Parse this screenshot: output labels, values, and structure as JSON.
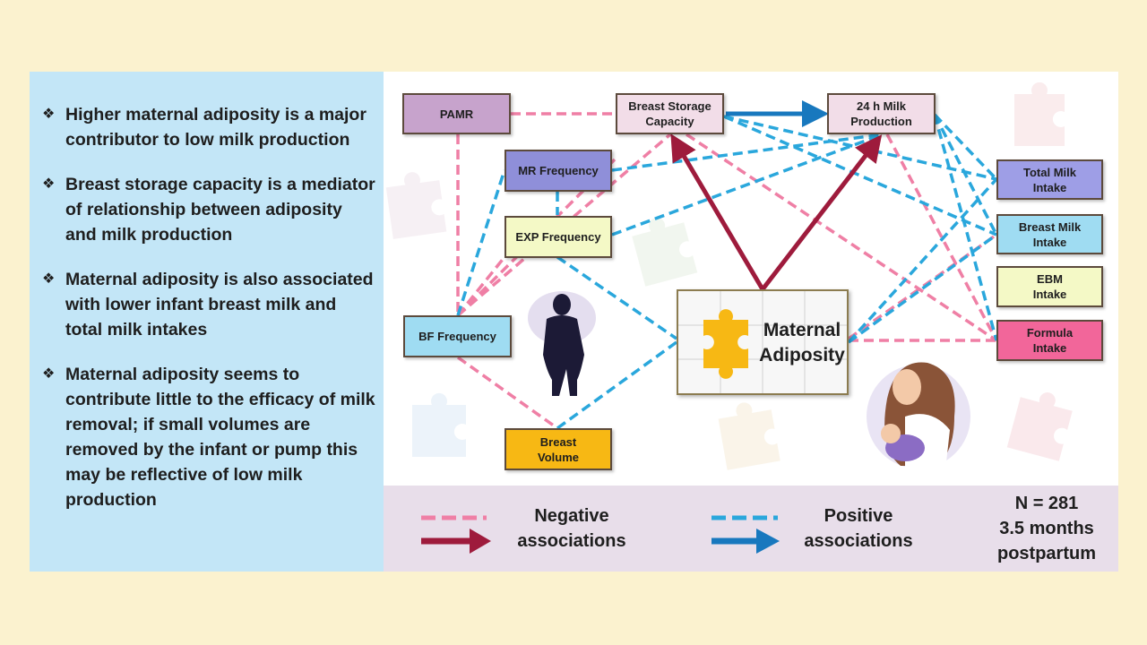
{
  "bullets": [
    "Higher maternal adiposity is a major contributor to low milk production",
    " Breast storage capacity is a mediator of relationship between adiposity and milk production",
    "Maternal adiposity is also associated with lower infant breast milk and total milk intakes",
    "Maternal adiposity seems to contribute little to the efficacy of milk removal; if small volumes are removed by the infant or pump this may be reflective of low milk production"
  ],
  "nodes": {
    "pamr": "PAMR",
    "breast_storage": "Breast Storage\nCapacity",
    "milk_production": "24 h Milk\nProduction",
    "mr_frequency": "MR Frequency",
    "exp_frequency": "EXP Frequency",
    "bf_frequency": "BF Frequency",
    "breast_volume": "Breast\nVolume",
    "total_milk": "Total Milk\nIntake",
    "breast_milk": "Breast Milk\nIntake",
    "ebm": "EBM\nIntake",
    "formula": "Formula\nIntake",
    "maternal_adiposity": "Maternal\nAdiposity"
  },
  "legend": {
    "negative": "Negative\nassociations",
    "positive": "Positive\nassociations",
    "sample": "N = 281\n3.5 months\npostpartum"
  },
  "colors": {
    "negative_dash": "#ef7fa5",
    "negative_arrow": "#9e1b3c",
    "positive_dash": "#2aa7dc",
    "positive_arrow": "#1878be"
  }
}
